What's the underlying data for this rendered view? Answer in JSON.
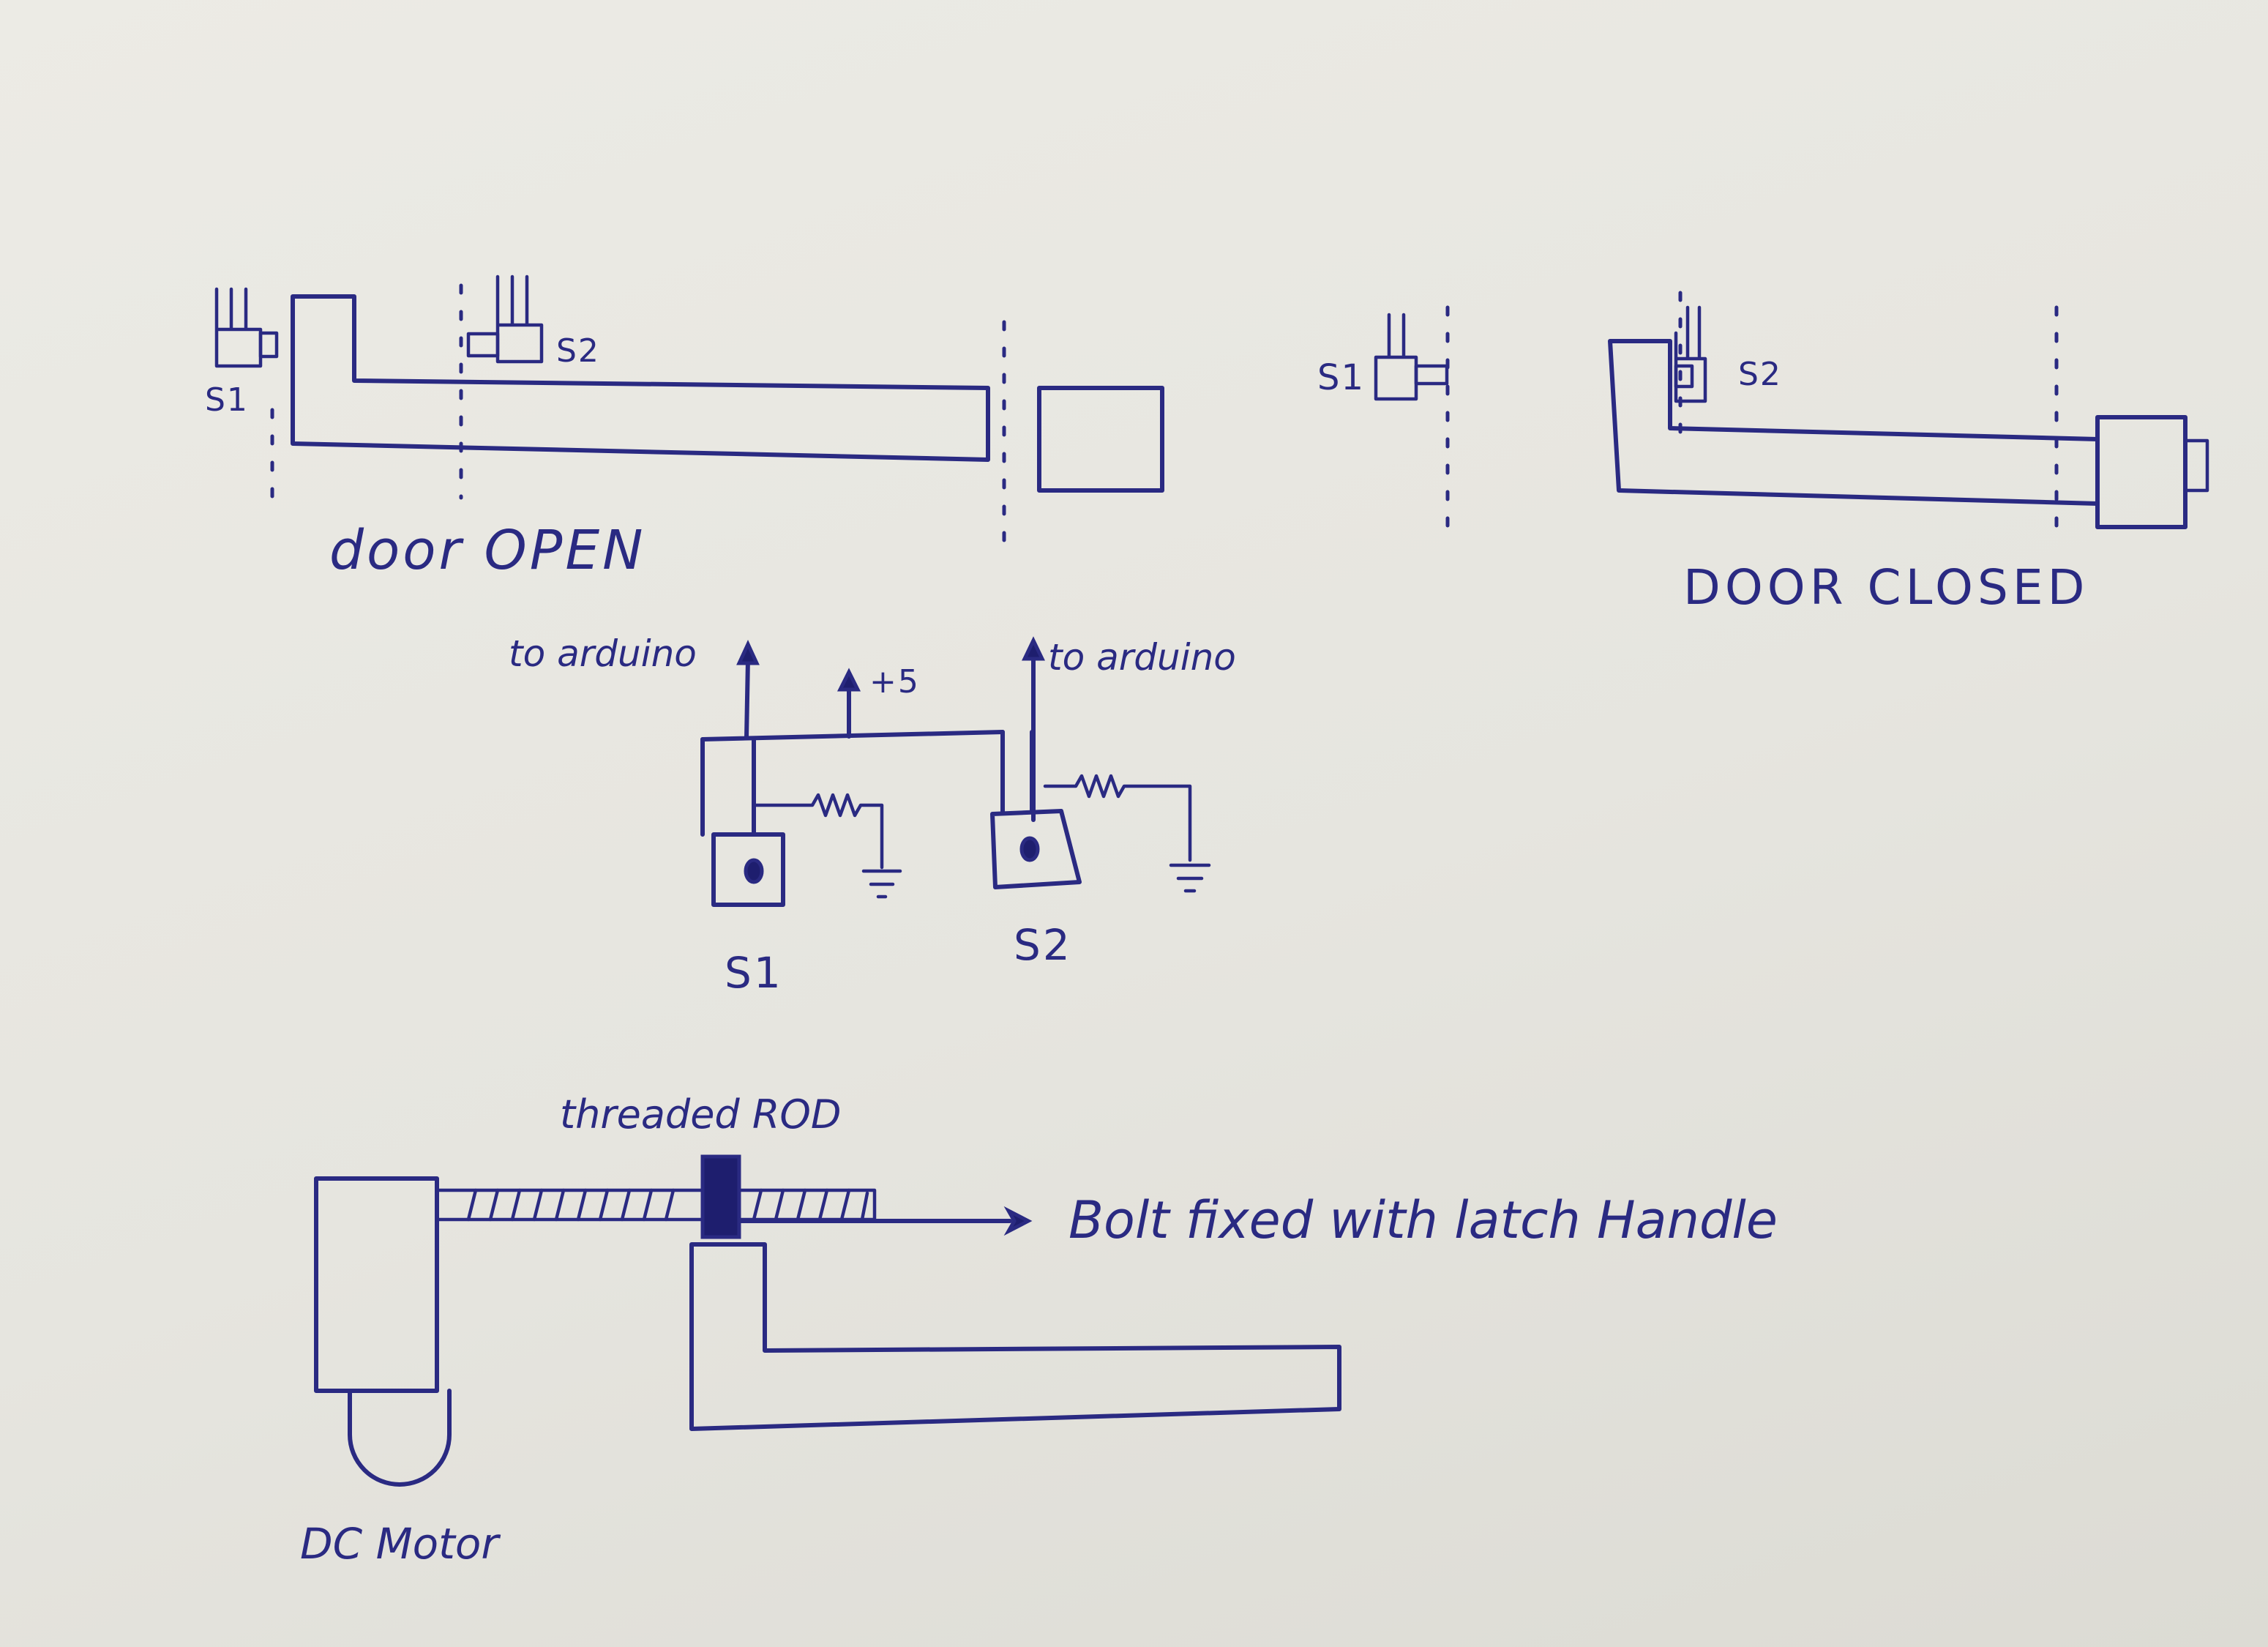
{
  "door_open": {
    "caption": "door OPEN",
    "switch1": "S1",
    "switch2": "S2"
  },
  "door_closed": {
    "caption": "DOOR CLOSED",
    "switch1": "S1",
    "switch2": "S2"
  },
  "circuit": {
    "to_arduino_left": "to arduino",
    "to_arduino_right": "to arduino",
    "supply": "+5",
    "switch1": "S1",
    "switch2": "S2"
  },
  "mechanism": {
    "rod_label": "threaded ROD",
    "bolt_label": "Bolt fixed with latch Handle",
    "motor_label": "DC Motor"
  }
}
